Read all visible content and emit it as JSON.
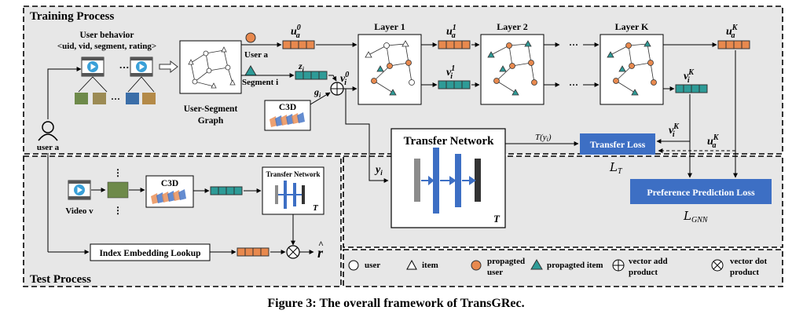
{
  "colors": {
    "panel": "#e7e7e7",
    "orange": "#e8894e",
    "teal": "#2e9b97",
    "blue": "#3d6fc4",
    "gray": "#8c8c8c",
    "dark": "#333333"
  },
  "training": {
    "title": "Training Process",
    "user_behavior": "User behavior",
    "tuple": "<uid, vid, segment, rating>",
    "dots": "···",
    "user_a": "user a",
    "user_a_node": "User a",
    "segment_i": "Segment i",
    "graph_label_1": "User-Segment",
    "graph_label_2": "Graph",
    "c3d": "C3D",
    "z_i": "z",
    "z_sub": "i",
    "g_i": "g",
    "g_sub": "i",
    "u_a0": "u",
    "u_a0_sup": "0",
    "u_a0_sub": "a",
    "v_i0": "v",
    "v_i0_sup": "0",
    "v_i0_sub": "i",
    "layer1": "Layer 1",
    "layer2": "Layer 2",
    "layerK": "Layer K",
    "u_a1_sup": "1",
    "v_i1_sup": "1",
    "u_aK_sup": "K",
    "v_iK_sup": "K",
    "transfer_network": "Transfer Network",
    "y_i": "y",
    "y_sub": "i",
    "T": "T",
    "T_of_y": "T(y",
    "T_of_y_close": ")",
    "transfer_loss": "Transfer Loss",
    "L_T": "L",
    "L_T_sub": "T",
    "pref_loss": "Preference Prediction Loss",
    "L_GNN": "L",
    "L_GNN_sub": "GNN"
  },
  "test": {
    "title": "Test Process",
    "c3d": "C3D",
    "transfer_network": "Transfer Network",
    "T": "T",
    "video_v": "Video v",
    "lookup": "Index Embedding Lookup",
    "r_hat": "r"
  },
  "legend": {
    "user": "user",
    "item": "item",
    "prop_user_1": "propagted",
    "prop_user_2": "user",
    "prop_item": "propagted item",
    "vec_add_1": "vector add",
    "vec_add_2": "product",
    "vec_dot_1": "vector dot",
    "vec_dot_2": "product"
  },
  "caption": "Figure 3: The overall framework of TransGRec."
}
